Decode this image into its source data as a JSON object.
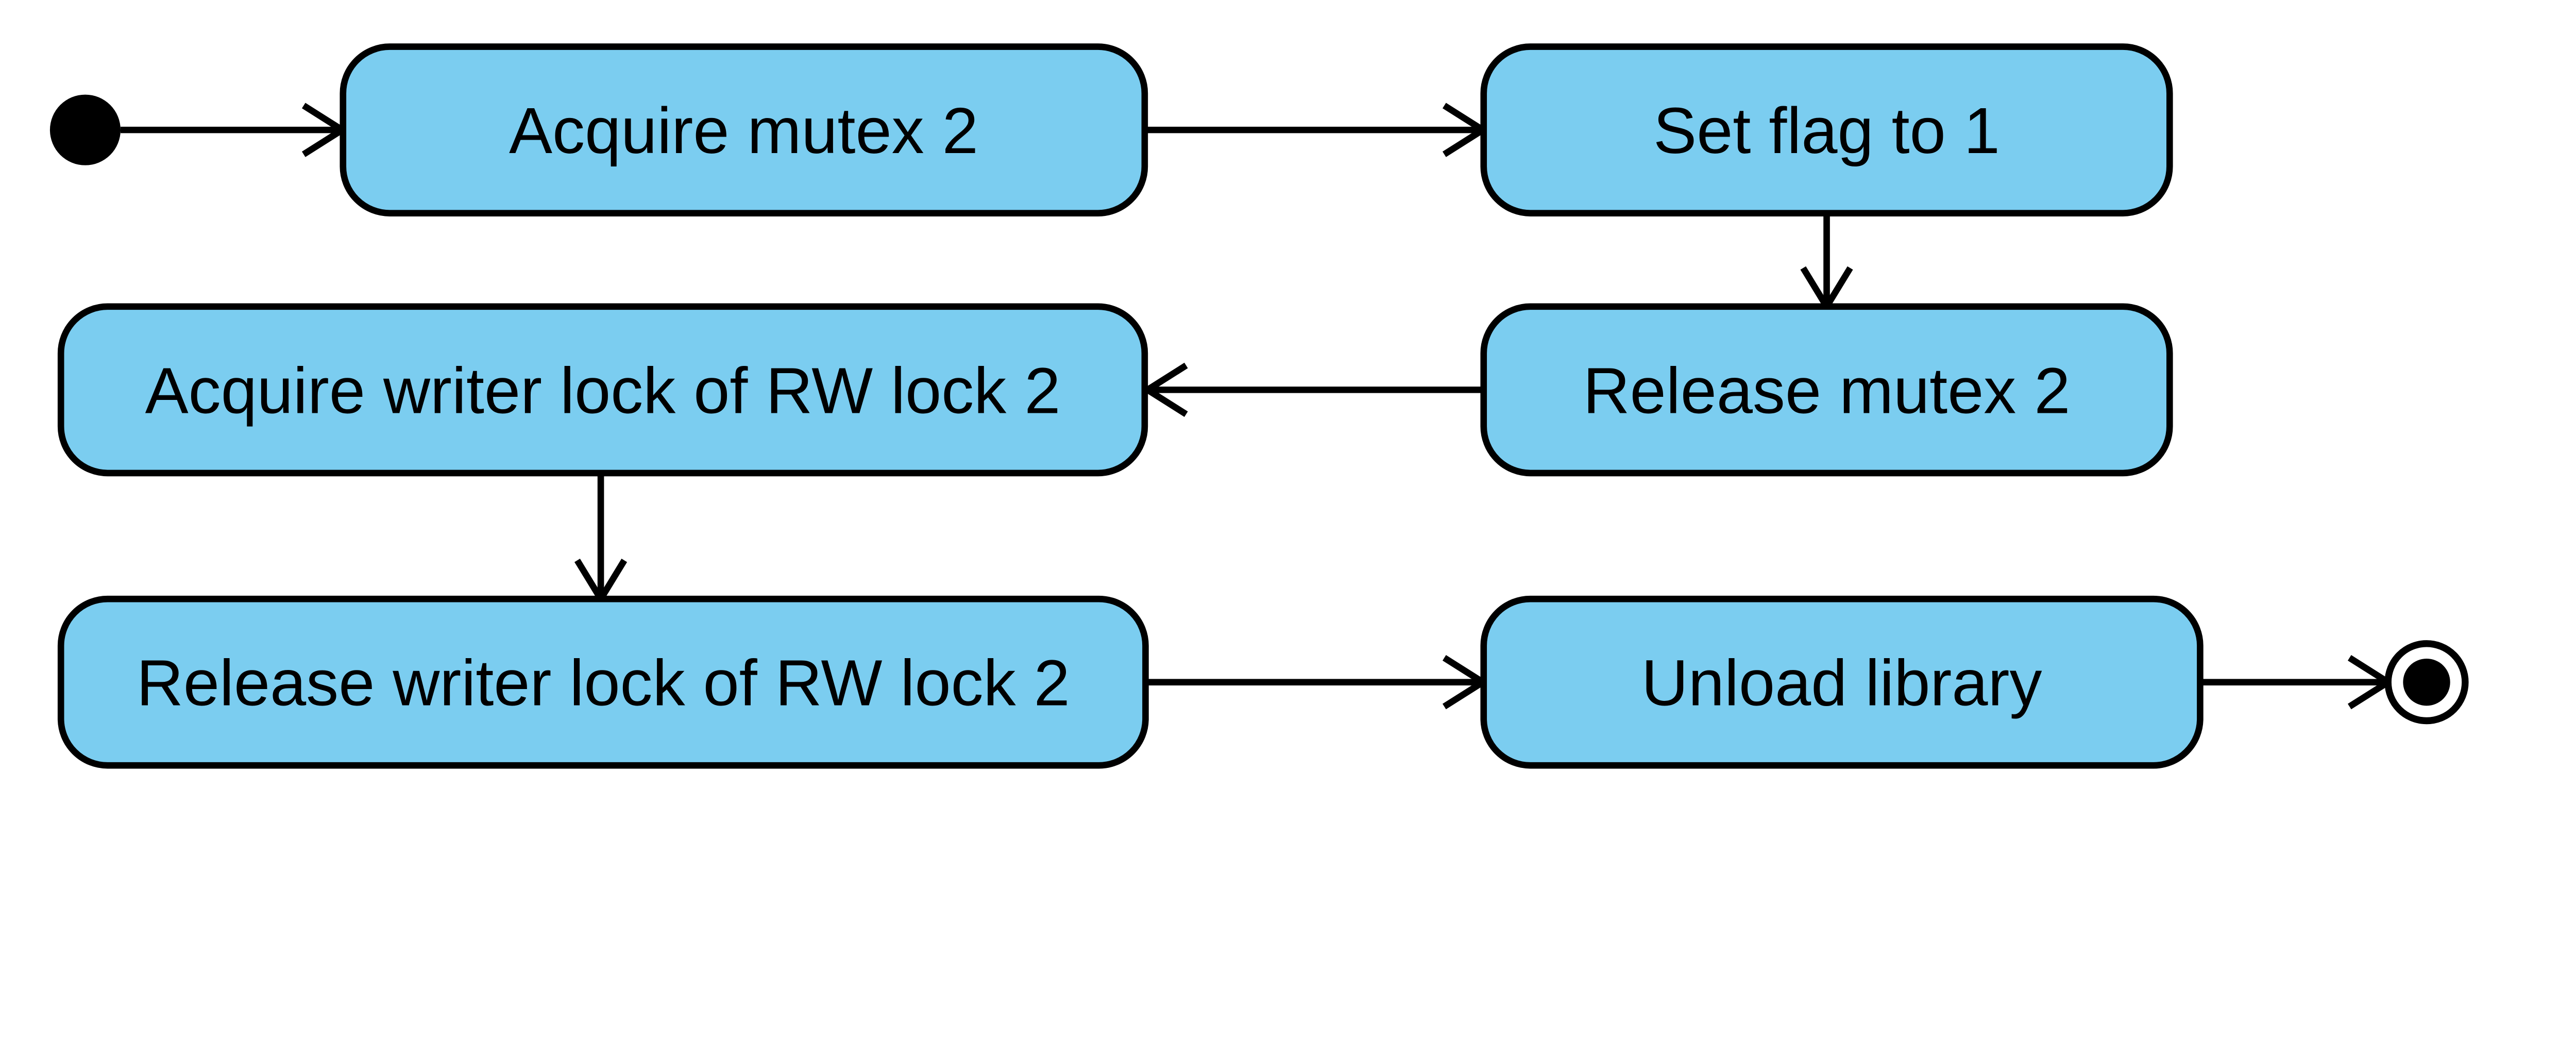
{
  "diagram": {
    "type": "uml-activity-diagram",
    "colors": {
      "background": "#ffffff",
      "node_fill": "#7bcdf0",
      "node_border": "#000000",
      "edge": "#000000",
      "text": "#000000"
    },
    "nodes": [
      {
        "id": "start",
        "kind": "initial-state",
        "label": ""
      },
      {
        "id": "acquire-mutex-2",
        "kind": "activity",
        "label": "Acquire mutex 2"
      },
      {
        "id": "set-flag-to-1",
        "kind": "activity",
        "label": "Set flag to 1"
      },
      {
        "id": "release-mutex-2",
        "kind": "activity",
        "label": "Release mutex 2"
      },
      {
        "id": "acquire-writer-lock",
        "kind": "activity",
        "label": "Acquire writer lock of RW lock 2"
      },
      {
        "id": "release-writer-lock",
        "kind": "activity",
        "label": "Release writer lock of RW lock 2"
      },
      {
        "id": "unload-library",
        "kind": "activity",
        "label": "Unload library"
      },
      {
        "id": "end",
        "kind": "final-state",
        "label": ""
      }
    ],
    "edges": [
      {
        "from": "start",
        "to": "acquire-mutex-2"
      },
      {
        "from": "acquire-mutex-2",
        "to": "set-flag-to-1"
      },
      {
        "from": "set-flag-to-1",
        "to": "release-mutex-2"
      },
      {
        "from": "release-mutex-2",
        "to": "acquire-writer-lock"
      },
      {
        "from": "acquire-writer-lock",
        "to": "release-writer-lock"
      },
      {
        "from": "release-writer-lock",
        "to": "unload-library"
      },
      {
        "from": "unload-library",
        "to": "end"
      }
    ]
  }
}
